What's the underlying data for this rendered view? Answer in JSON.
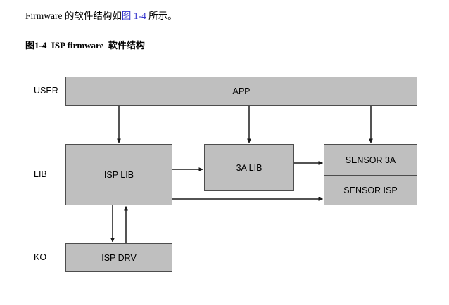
{
  "paragraph": {
    "before_link": "Firmware 的软件结构如",
    "link_text": "图 1-4",
    "after_link": " 所示。"
  },
  "caption": {
    "number": "图1-4",
    "title_en": "ISP firmware",
    "title_cn": "软件结构"
  },
  "colors": {
    "box_fill": "#BFBFBF",
    "box_border": "#4D4D4D",
    "connector": "#1A1A1A",
    "link": "#3333CC",
    "page_background": "#FFFFFF"
  },
  "diagram": {
    "row_labels": [
      {
        "id": "user",
        "text": "USER"
      },
      {
        "id": "lib",
        "text": "LIB"
      },
      {
        "id": "ko",
        "text": "KO"
      }
    ],
    "nodes": [
      {
        "id": "app",
        "label": "APP",
        "layer": "USER"
      },
      {
        "id": "isp-lib",
        "label": "ISP LIB",
        "layer": "LIB"
      },
      {
        "id": "3a-lib",
        "label": "3A LIB",
        "layer": "LIB"
      },
      {
        "id": "sensor-3a",
        "label": "SENSOR 3A",
        "layer": "LIB"
      },
      {
        "id": "sensor-isp",
        "label": "SENSOR ISP",
        "layer": "LIB"
      },
      {
        "id": "isp-drv",
        "label": "ISP DRV",
        "layer": "KO"
      }
    ],
    "edges": [
      {
        "id": "app-to-isp-lib",
        "from": "app",
        "to": "isp-lib",
        "direction": "down"
      },
      {
        "id": "app-to-3a-lib",
        "from": "app",
        "to": "3a-lib",
        "direction": "down"
      },
      {
        "id": "app-to-sensor-3a",
        "from": "app",
        "to": "sensor-3a",
        "direction": "down"
      },
      {
        "id": "isp-lib-to-3a-lib",
        "from": "isp-lib",
        "to": "3a-lib",
        "direction": "right"
      },
      {
        "id": "3a-lib-to-sensor-3a",
        "from": "3a-lib",
        "to": "sensor-3a",
        "direction": "right"
      },
      {
        "id": "isp-lib-to-sensor-isp",
        "from": "isp-lib",
        "to": "sensor-isp",
        "direction": "right"
      },
      {
        "id": "isp-lib-to-isp-drv",
        "from": "isp-lib",
        "to": "isp-drv",
        "direction": "down"
      },
      {
        "id": "isp-drv-to-isp-lib",
        "from": "isp-drv",
        "to": "isp-lib",
        "direction": "up"
      }
    ]
  }
}
